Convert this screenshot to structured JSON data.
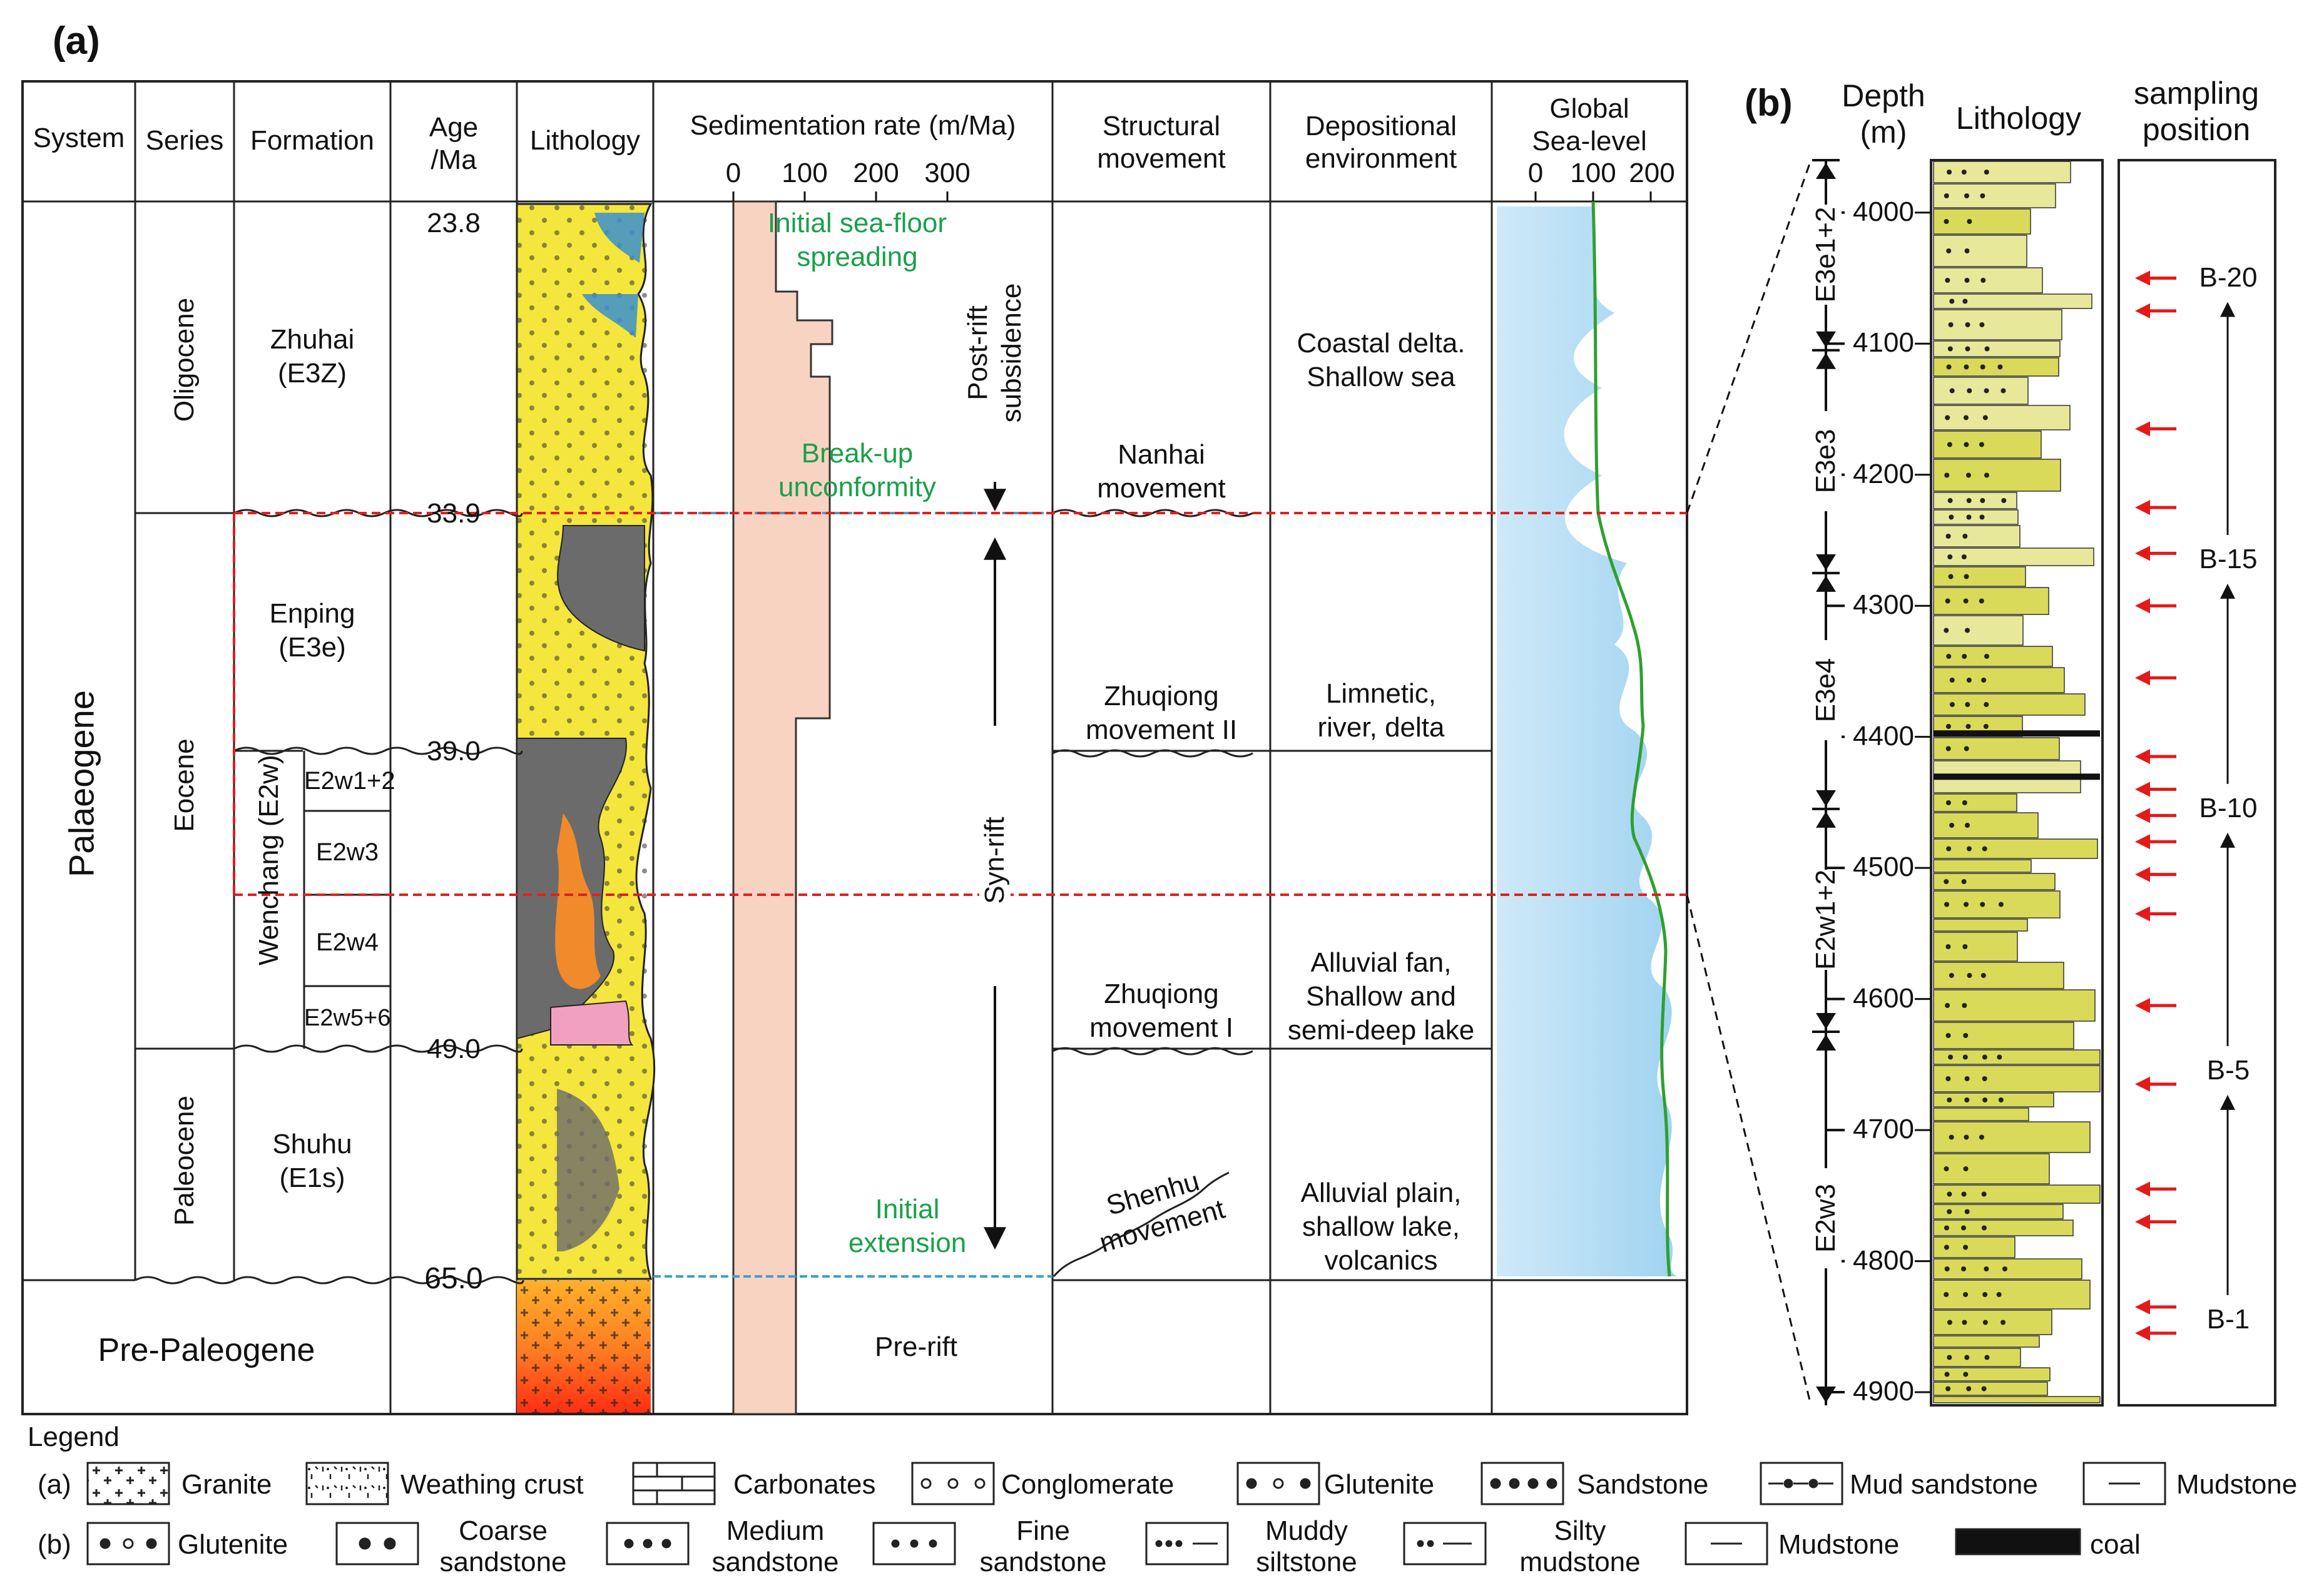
{
  "panel_a": {
    "label": "(a)",
    "headers": {
      "system": "System",
      "series": "Series",
      "formation": "Formation",
      "age_l1": "Age",
      "age_l2": "/Ma",
      "lithology": "Lithology",
      "sed_rate": "Sedimentation rate (m/Ma)",
      "struct_l1": "Structural",
      "struct_l2": "movement",
      "dep_l1": "Depositional",
      "dep_l2": "environment",
      "gsl_l1": "Global",
      "gsl_l2": "Sea-level"
    },
    "sed_ticks": [
      "0",
      "100",
      "200",
      "300"
    ],
    "gsl_ticks": [
      "0",
      "100",
      "200"
    ],
    "system": {
      "paleogene": "Palaeogene",
      "pre": "Pre-Paleogene"
    },
    "series": {
      "oligocene": "Oligocene",
      "eocene": "Eocene",
      "paleocene": "Paleocene"
    },
    "formations": {
      "zhuhai_name": "Zhuhai",
      "zhuhai_code": "(E3Z)",
      "enping_name": "Enping",
      "enping_code": "(E3e)",
      "wenchang": "Wenchang (E2w)",
      "shuhu_name": "Shuhu",
      "shuhu_code": "(E1s)"
    },
    "members": [
      "E2w1+2",
      "E2w3",
      "E2w4",
      "E2w5+6"
    ],
    "ages": [
      "23.8",
      "33.9",
      "39.0",
      "49.0",
      "65.0"
    ],
    "events": {
      "seafloor_l1": "Initial sea-floor",
      "seafloor_l2": "spreading",
      "breakup_l1": "Break-up",
      "breakup_l2": "unconformity",
      "extension_l1": "Initial",
      "extension_l2": "extension",
      "postrift_l1": "Post-rift",
      "postrift_l2": "subsidence",
      "synrift": "Syn-rift",
      "prerift": "Pre-rift"
    },
    "movements": {
      "nanhai_l1": "Nanhai",
      "nanhai_l2": "movement",
      "zq2_l1": "Zhuqiong",
      "zq2_l2": "movement II",
      "zq1_l1": "Zhuqiong",
      "zq1_l2": "movement I",
      "shenhu_l1": "Shenhu",
      "shenhu_l2": "movement"
    },
    "environments": {
      "env1_l1": "Coastal delta.",
      "env1_l2": "Shallow sea",
      "env2_l1": "Limnetic,",
      "env2_l2": "river, delta",
      "env3_l1": "Alluvial fan,",
      "env3_l2": "Shallow and",
      "env3_l3": "semi-deep lake",
      "env4_l1": "Alluvial plain,",
      "env4_l2": "shallow lake,",
      "env4_l3": "volcanics"
    }
  },
  "panel_b": {
    "label": "(b)",
    "depth_l1": "Depth",
    "depth_l2": "(m)",
    "lithology": "Lithology",
    "sampling_l1": "sampling",
    "sampling_l2": "position",
    "depth_ticks": [
      "4000",
      "4100",
      "4200",
      "4300",
      "4400",
      "4500",
      "4600",
      "4700",
      "4800",
      "4900"
    ],
    "units": [
      "E3e1+2",
      "E3e3",
      "E3e4",
      "E2w1+2",
      "E2w3"
    ],
    "samples": [
      "B-20",
      "B-15",
      "B-10",
      "B-5",
      "B-1"
    ]
  },
  "legend": {
    "title": "Legend",
    "row_a_label": "(a)",
    "row_b_label": "(b)",
    "a_items": [
      "Granite",
      "Weathing crust",
      "Carbonates",
      "Conglomerate",
      "Glutenite",
      "Sandstone",
      "Mud sandstone",
      "Mudstone"
    ],
    "b_items": [
      "Glutenite",
      "Coarse sandstone",
      "Medium sandstone",
      "Fine sandstone",
      "Muddy siltstone",
      "Silty mudstone",
      "Mudstone",
      "coal"
    ]
  },
  "colors": {
    "sandstone": "#f4e63c",
    "mudstone": "#6b6b6b",
    "conglomerate": "#f08a2a",
    "pink": "#f2a0c0",
    "sed_rate": "#f9d3c2",
    "sea": "#bfe3f5",
    "sealevel_curve": "#2fa02f",
    "event_text": "#1aa04a",
    "boundary": "#e02020",
    "arrow": "#e61919",
    "core_yellow": "#dada5a",
    "core_gray": "#9a9a9a"
  },
  "chart_data": {
    "type": "stratigraphic-column",
    "sedimentation_rate_axis": [
      0,
      300
    ],
    "sea_level_axis": [
      0,
      200
    ],
    "age_boundaries_ma": [
      23.8,
      33.9,
      39.0,
      49.0,
      65.0
    ],
    "depth_range_m": [
      3960,
      4910
    ]
  }
}
